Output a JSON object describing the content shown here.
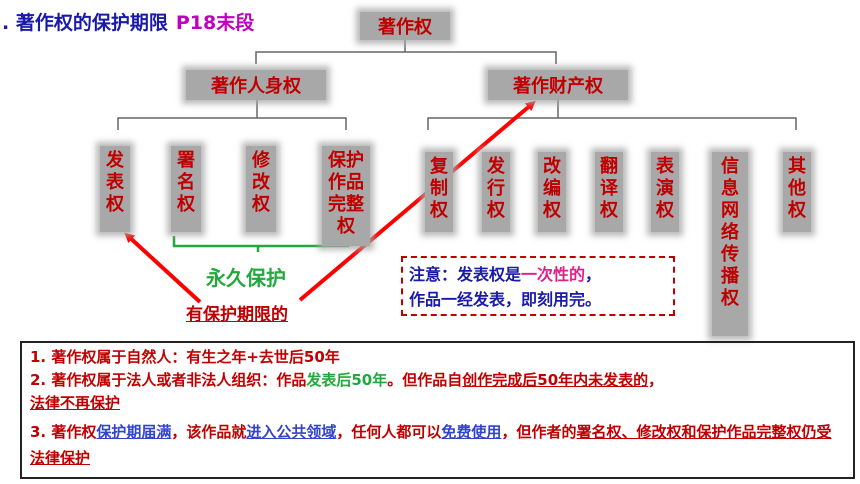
{
  "title": {
    "main": ". 著作权的保护期限",
    "ref": "P18末段"
  },
  "tree": {
    "root": "著作权",
    "personal": "著作人身权",
    "property": "著作财产权",
    "personal_rights": [
      "发\n表\n权",
      "署\n名\n权",
      "修\n改\n权",
      "保护\n作品\n完整\n权"
    ],
    "property_rights": [
      "复\n制\n权",
      "发\n行\n权",
      "改\n编\n权",
      "翻\n译\n权",
      "表\n演\n权",
      "信\n息\n网\n络\n传\n播\n权",
      "其\n他\n权"
    ]
  },
  "labels": {
    "permanent": "永久保护",
    "limited": "有保护期限的"
  },
  "note": {
    "p1": "注意：发表权是",
    "p2": "一次性的",
    "p3": "，",
    "line2": "作品一经发表，即刻用完。"
  },
  "rules": {
    "r1": "1. 著作权属于自然人：有生之年+去世后50年",
    "r2a": "2. 著作权属于法人或者非法人组织：作品",
    "r2b": "发表后50年",
    "r2c": "。但作品自",
    "r2d": "创作完成后50年内未发表的",
    "r2e": "，",
    "r2f": "法律不再保护",
    "r3a": "3. 著作权",
    "r3b": "保护期届满",
    "r3c": "，该作品就",
    "r3d": "进入公共领域",
    "r3e": "，任何人都可以",
    "r3f": "免费使用",
    "r3g": "，但作者的",
    "r3h": "署名权、修改权和保护作品完整权仍受法律保护"
  },
  "colors": {
    "red": "#c00000",
    "blue": "#1a1aa8",
    "magenta": "#c000c0",
    "green": "#22a83c",
    "box": "#a8a8a8"
  }
}
